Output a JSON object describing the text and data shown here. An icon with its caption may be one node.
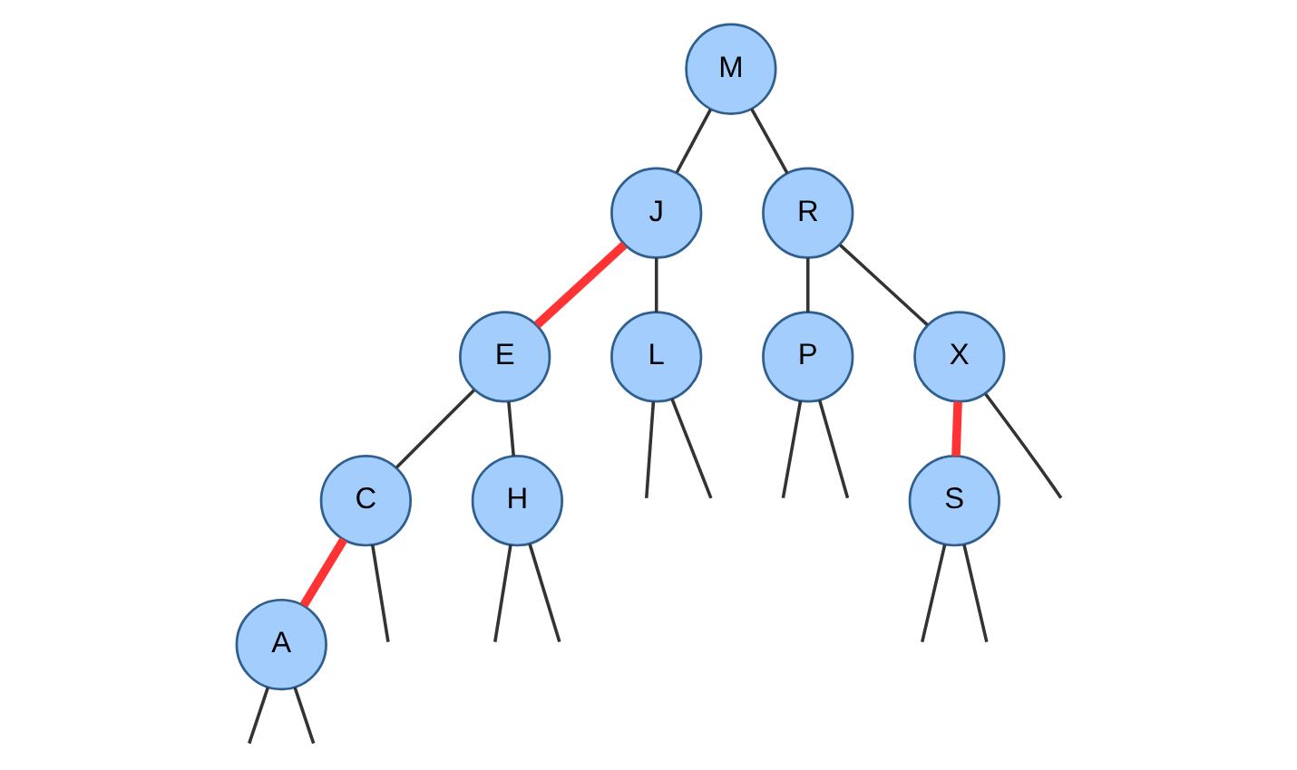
{
  "diagram": {
    "nodes": [
      {
        "text": [
          "M"
        ]
      },
      {
        "text": [
          "J"
        ]
      },
      {
        "text": [
          "R"
        ]
      },
      {
        "text": [
          "E"
        ]
      },
      {
        "text": [
          "L"
        ]
      },
      {
        "text": [
          "P"
        ]
      },
      {
        "text": [
          "X"
        ]
      },
      {
        "text": [
          "C"
        ]
      },
      {
        "text": [
          "H"
        ]
      },
      {
        "text": [
          "S"
        ]
      },
      {
        "text": [
          "A"
        ]
      }
    ],
    "edges": [
      {
        "from": 0,
        "to": 1,
        "arrow": "none"
      },
      {
        "from": 0,
        "to": 2,
        "arrow": "none"
      },
      {
        "from": 1,
        "to": 3,
        "arrow": "none",
        "style": "thick",
        "color": "#ff3333"
      },
      {
        "from": 1,
        "to": 4,
        "arrow": "none"
      },
      {
        "from": 2,
        "to": 5,
        "arrow": "none"
      },
      {
        "from": 2,
        "to": 6,
        "arrow": "none"
      },
      {
        "from": 3,
        "to": 7,
        "arrow": "none"
      },
      {
        "from": 3,
        "to": 8,
        "arrow": "none"
      },
      {
        "from": 4,
        "to": null,
        "arrow": "none"
      },
      {
        "from": 4,
        "to": null,
        "arrow": "none"
      },
      {
        "from": 5,
        "to": null,
        "arrow": "none"
      },
      {
        "from": 5,
        "to": null,
        "arrow": "none"
      },
      {
        "from": 6,
        "to": 9,
        "arrow": "none",
        "style": "thick",
        "color": "#ff3333"
      },
      {
        "from": 6,
        "to": null,
        "arrow": "none"
      },
      {
        "from": 7,
        "to": 10,
        "arrow": "none",
        "style": "thick",
        "color": "#ff3333"
      },
      {
        "from": 7,
        "to": null,
        "arrow": "none"
      },
      {
        "from": 8,
        "to": null,
        "arrow": "none"
      },
      {
        "from": 8,
        "to": null,
        "arrow": "none"
      },
      {
        "from": 9,
        "to": null,
        "arrow": "none"
      },
      {
        "from": 9,
        "to": null,
        "arrow": "none"
      },
      {
        "from": 10,
        "to": null,
        "arrow": "none"
      },
      {
        "from": 10,
        "to": null,
        "arrow": "none"
      }
    ]
  }
}
